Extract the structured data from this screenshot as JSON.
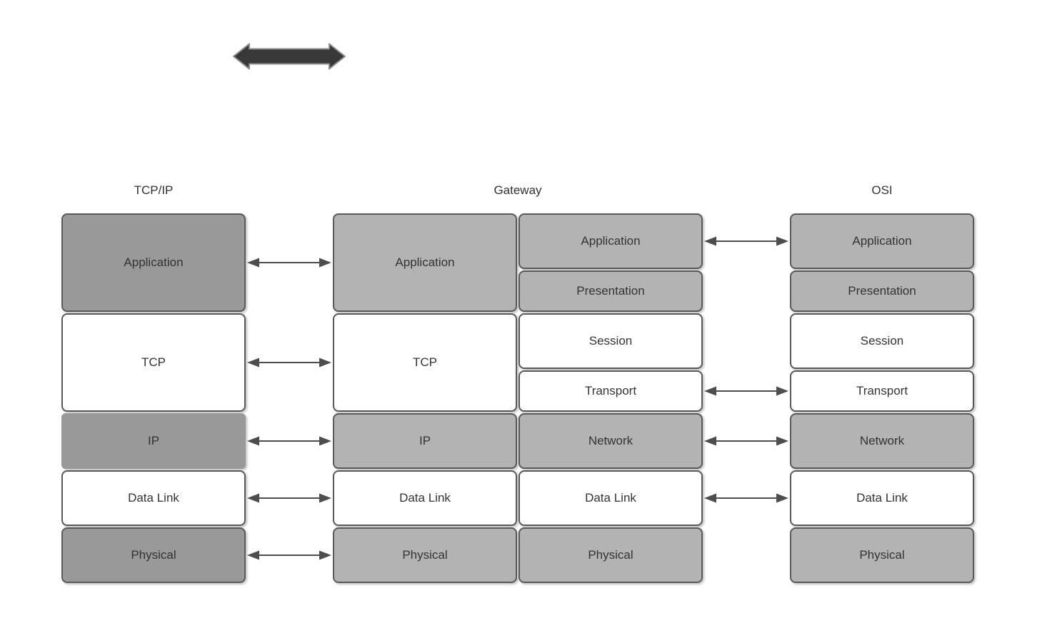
{
  "canvas": {
    "background": "#ffffff"
  },
  "colors": {
    "box_dark_gray": "#999999",
    "box_light_gray": "#b3b3b3",
    "box_white": "#ffffff",
    "box_border": "#595959",
    "text": "#333333",
    "arrow": "#4d4d4d",
    "top_arrow_fill": "#383838",
    "top_arrow_outline": "#8c8c8c"
  },
  "top_arrow": {
    "icon": "horizontal-double-arrow-icon"
  },
  "stacks": {
    "tcpip": {
      "header": "TCP/IP",
      "layers": [
        "Application",
        "TCP",
        "IP",
        "Data Link",
        "Physical"
      ]
    },
    "gateway": {
      "header": "Gateway",
      "left_layers": [
        "Application",
        "TCP",
        "IP",
        "Data Link",
        "Physical"
      ],
      "right_layers": [
        "Application",
        "Presentation",
        "Session",
        "Transport",
        "Network",
        "Data Link",
        "Physical"
      ]
    },
    "osi": {
      "header": "OSI",
      "layers": [
        "Application",
        "Presentation",
        "Session",
        "Transport",
        "Network",
        "Data Link",
        "Physical"
      ]
    }
  },
  "connections": {
    "tcpip_to_gateway": [
      "Application",
      "TCP",
      "IP",
      "Data Link",
      "Physical"
    ],
    "gateway_to_osi": [
      "Application",
      "Transport",
      "Network",
      "Data Link"
    ]
  }
}
